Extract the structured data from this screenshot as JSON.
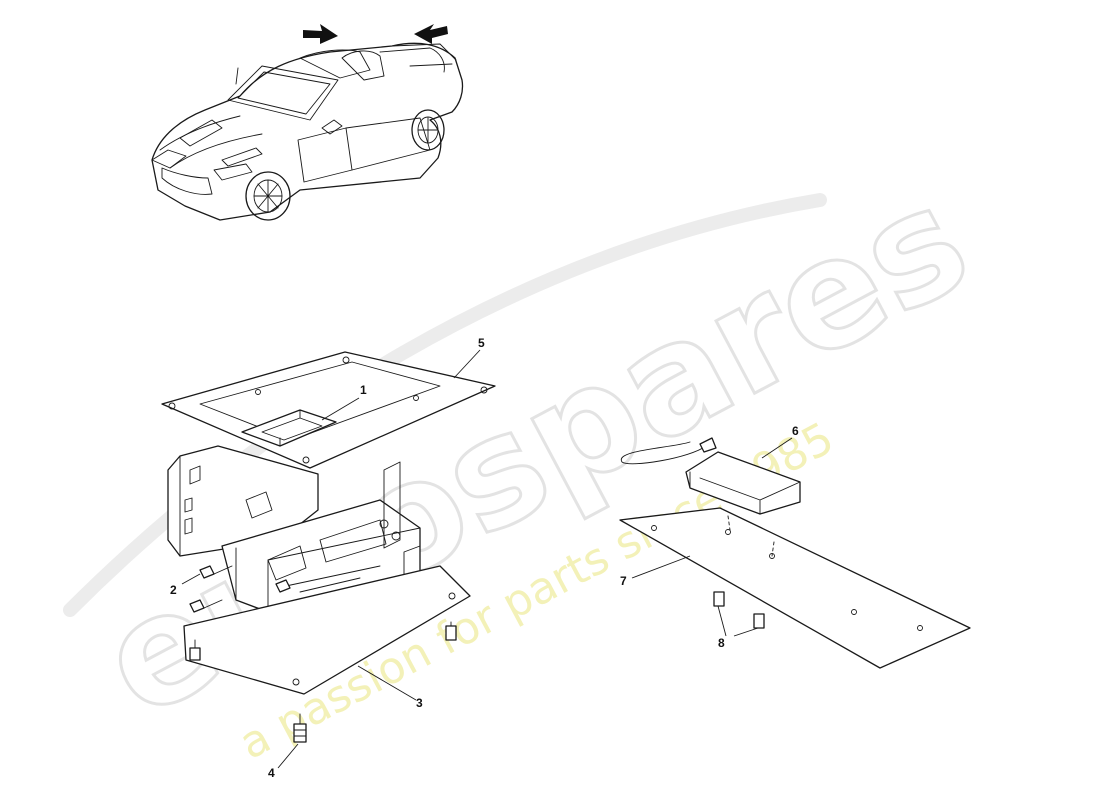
{
  "watermark": {
    "brand": "eurospares",
    "tagline": "a passion for parts since 1985",
    "brand_color": "#e3e3e3",
    "tagline_color": "#f3f1b8"
  },
  "callouts": {
    "c1": "1",
    "c2": "2",
    "c3": "3",
    "c4": "4",
    "c5": "5",
    "c6": "6",
    "c7": "7",
    "c8": "8"
  },
  "icons": {
    "locator_arrow": "arrow-pointer-icon"
  }
}
